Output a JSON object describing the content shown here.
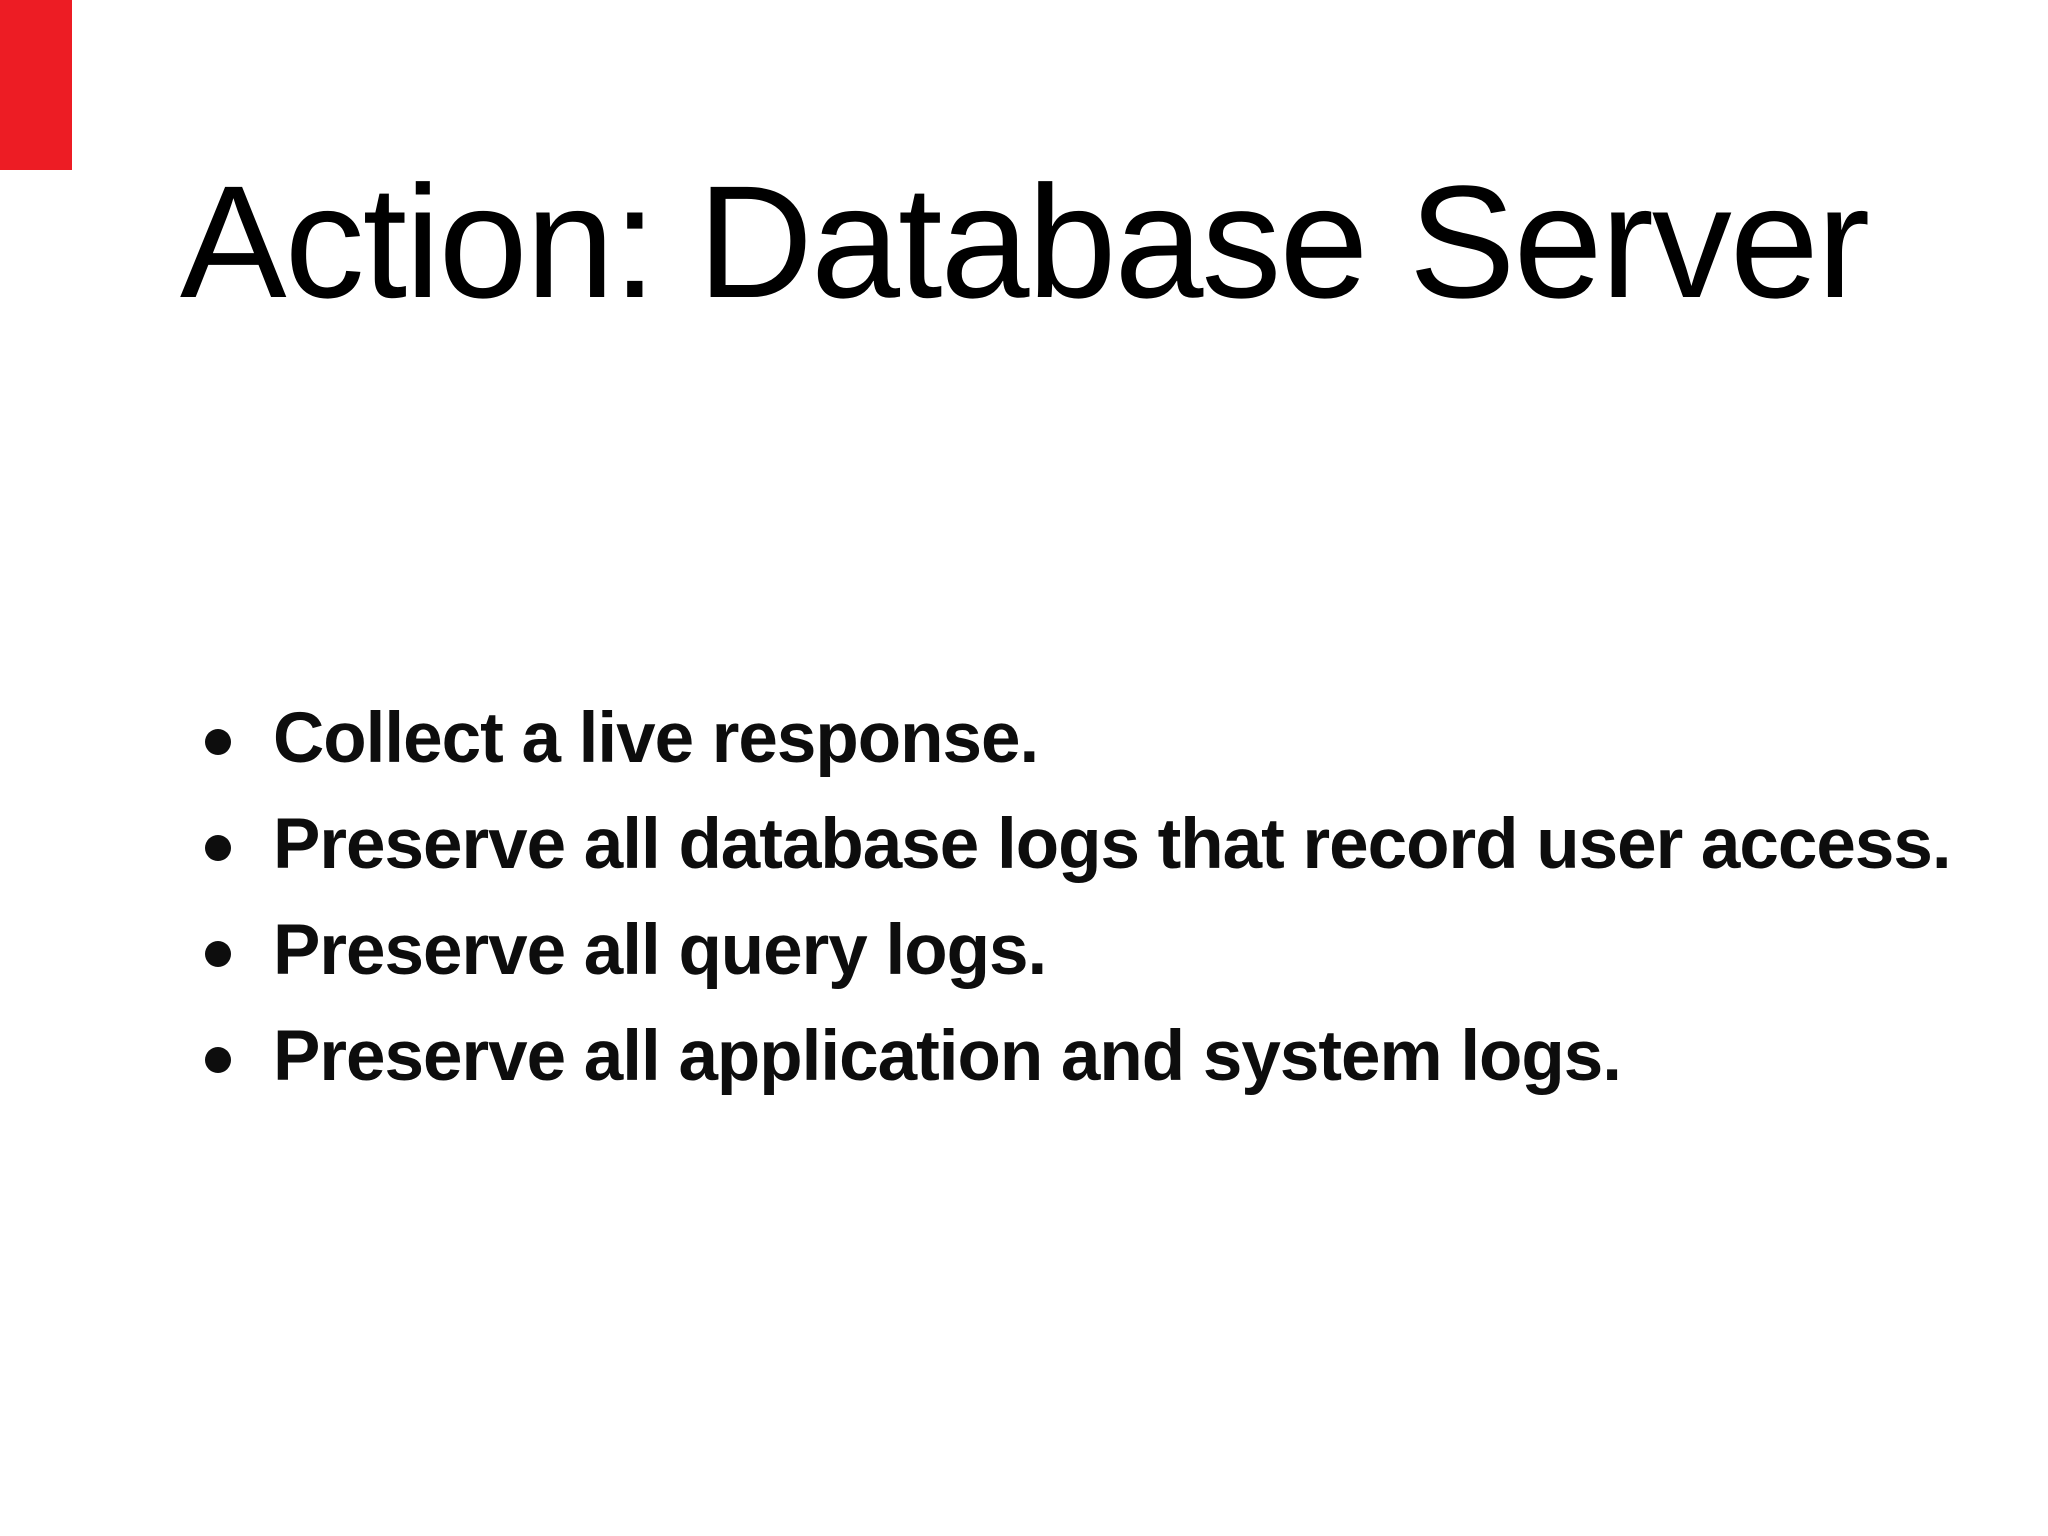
{
  "slide": {
    "title": "Action: Database Server",
    "bullets": [
      "Collect a live response.",
      "Preserve all database logs that record user access.",
      "Preserve all query logs.",
      "Preserve all application and system logs."
    ],
    "colors": {
      "background": "#ffffff",
      "title_text": "#000000",
      "bullet_text": "#0d0d0d",
      "corner_marker": "#ed1c24"
    }
  }
}
